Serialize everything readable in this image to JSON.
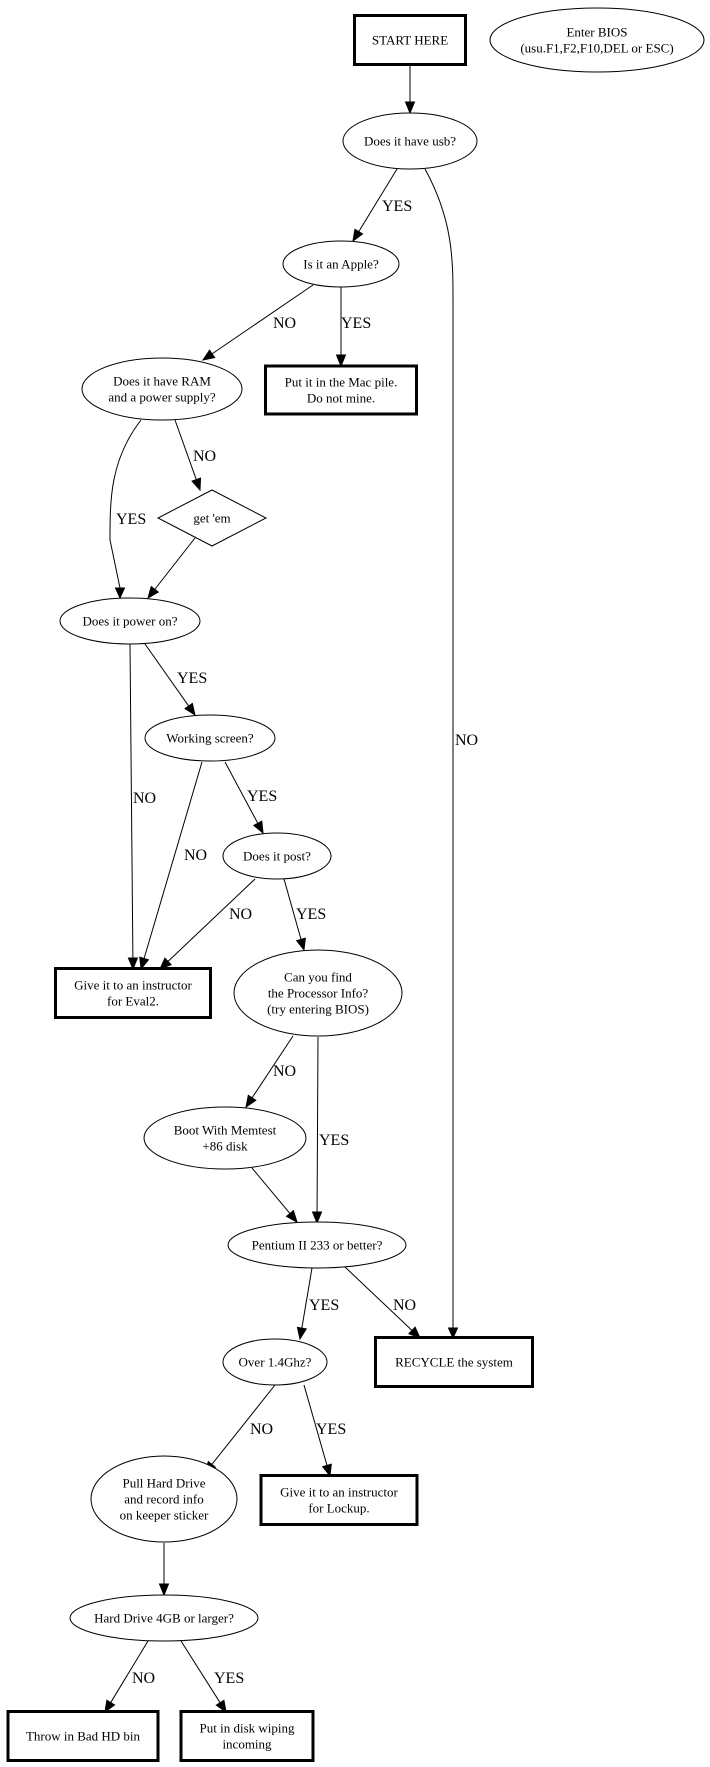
{
  "diagram": {
    "type": "flowchart",
    "nodes": [
      {
        "id": "start",
        "shape": "box",
        "lines": [
          "START HERE"
        ]
      },
      {
        "id": "bios",
        "shape": "ellipse",
        "lines": [
          "Enter BIOS",
          "(usu.F1,F2,F10,DEL or ESC)"
        ]
      },
      {
        "id": "usb",
        "shape": "ellipse",
        "lines": [
          "Does it have usb?"
        ]
      },
      {
        "id": "apple",
        "shape": "ellipse",
        "lines": [
          "Is it an Apple?"
        ]
      },
      {
        "id": "ram",
        "shape": "ellipse",
        "lines": [
          "Does it have RAM",
          "and a power supply?"
        ]
      },
      {
        "id": "mac",
        "shape": "box",
        "lines": [
          "Put it in the Mac pile.",
          "Do not mine."
        ]
      },
      {
        "id": "getem",
        "shape": "diamond",
        "lines": [
          "get 'em"
        ]
      },
      {
        "id": "power",
        "shape": "ellipse",
        "lines": [
          "Does it power on?"
        ]
      },
      {
        "id": "screen",
        "shape": "ellipse",
        "lines": [
          "Working screen?"
        ]
      },
      {
        "id": "post",
        "shape": "ellipse",
        "lines": [
          "Does it post?"
        ]
      },
      {
        "id": "eval2",
        "shape": "box",
        "lines": [
          "Give it to an instructor",
          "for Eval2."
        ]
      },
      {
        "id": "proc",
        "shape": "ellipse",
        "lines": [
          "Can you find",
          "the Processor Info?",
          "(try entering BIOS)"
        ]
      },
      {
        "id": "memtest",
        "shape": "ellipse",
        "lines": [
          "Boot With Memtest",
          "+86 disk"
        ]
      },
      {
        "id": "pentium",
        "shape": "ellipse",
        "lines": [
          "Pentium II 233 or better?"
        ]
      },
      {
        "id": "ghz",
        "shape": "ellipse",
        "lines": [
          "Over 1.4Ghz?"
        ]
      },
      {
        "id": "recycle",
        "shape": "box",
        "lines": [
          "RECYCLE the system"
        ]
      },
      {
        "id": "pullhd",
        "shape": "ellipse",
        "lines": [
          "Pull Hard Drive",
          "and record info",
          "on keeper sticker"
        ]
      },
      {
        "id": "lockup",
        "shape": "box",
        "lines": [
          "Give it to an instructor",
          "for Lockup."
        ]
      },
      {
        "id": "hd4gb",
        "shape": "ellipse",
        "lines": [
          "Hard Drive 4GB or larger?"
        ]
      },
      {
        "id": "badhd",
        "shape": "box",
        "lines": [
          "Throw in Bad HD bin"
        ]
      },
      {
        "id": "wipe",
        "shape": "box",
        "lines": [
          "Put in disk wiping",
          "incoming"
        ]
      }
    ],
    "edges": [
      {
        "from": "start",
        "to": "usb",
        "label": ""
      },
      {
        "from": "usb",
        "to": "apple",
        "label": "YES"
      },
      {
        "from": "usb",
        "to": "recycle",
        "label": "NO"
      },
      {
        "from": "apple",
        "to": "ram",
        "label": "NO"
      },
      {
        "from": "apple",
        "to": "mac",
        "label": "YES"
      },
      {
        "from": "ram",
        "to": "power",
        "label": "YES"
      },
      {
        "from": "ram",
        "to": "getem",
        "label": "NO"
      },
      {
        "from": "getem",
        "to": "power",
        "label": ""
      },
      {
        "from": "power",
        "to": "eval2",
        "label": "NO"
      },
      {
        "from": "power",
        "to": "screen",
        "label": "YES"
      },
      {
        "from": "screen",
        "to": "eval2",
        "label": "NO"
      },
      {
        "from": "screen",
        "to": "post",
        "label": "YES"
      },
      {
        "from": "post",
        "to": "eval2",
        "label": "NO"
      },
      {
        "from": "post",
        "to": "proc",
        "label": "YES"
      },
      {
        "from": "proc",
        "to": "memtest",
        "label": "NO"
      },
      {
        "from": "proc",
        "to": "pentium",
        "label": "YES"
      },
      {
        "from": "memtest",
        "to": "pentium",
        "label": ""
      },
      {
        "from": "pentium",
        "to": "ghz",
        "label": "YES"
      },
      {
        "from": "pentium",
        "to": "recycle",
        "label": "NO"
      },
      {
        "from": "ghz",
        "to": "pullhd",
        "label": "NO"
      },
      {
        "from": "ghz",
        "to": "lockup",
        "label": "YES"
      },
      {
        "from": "pullhd",
        "to": "hd4gb",
        "label": ""
      },
      {
        "from": "hd4gb",
        "to": "badhd",
        "label": "NO"
      },
      {
        "from": "hd4gb",
        "to": "wipe",
        "label": "YES"
      }
    ]
  }
}
